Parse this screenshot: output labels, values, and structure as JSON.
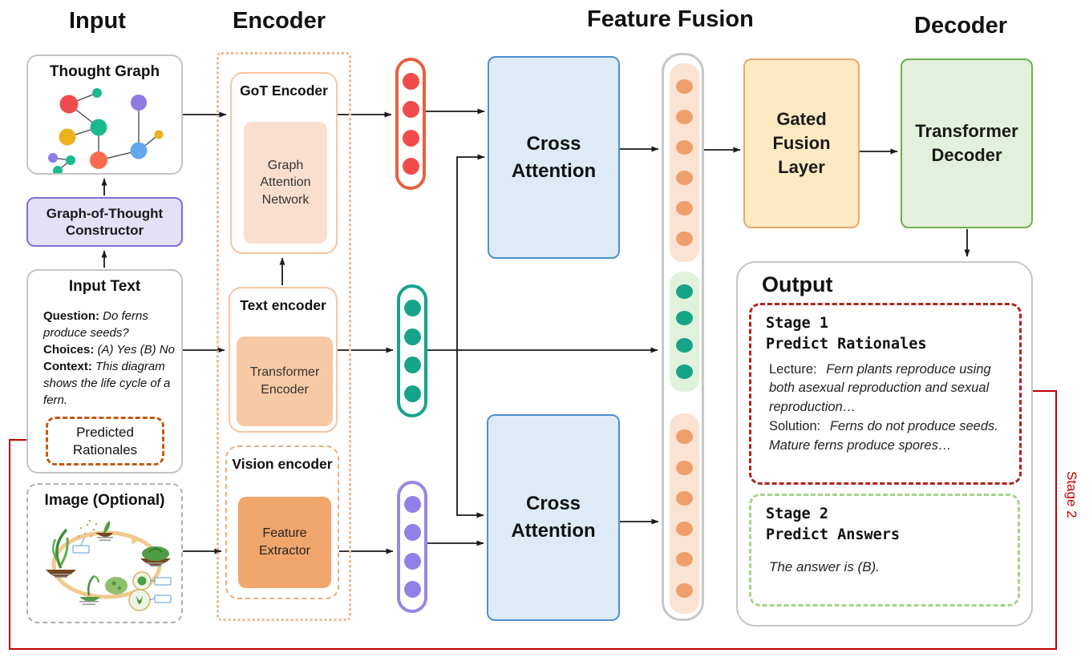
{
  "headings": {
    "input": "Input",
    "encoder": "Encoder",
    "feature_fusion": "Feature Fusion",
    "decoder": "Decoder"
  },
  "input_column": {
    "thought_graph_title": "Thought Graph",
    "got_constructor_label": "Graph-of-Thought Constructor",
    "input_text": {
      "title": "Input Text",
      "question_label": "Question:",
      "question_value": "Do ferns produce seeds?",
      "choices_label": "Choices:",
      "choices_value": "(A) Yes (B) No",
      "context_label": "Context:",
      "context_value": "This diagram shows the life cycle of a fern.",
      "predicted_rationales_label": "Predicted Rationales"
    },
    "image_box_title": "Image (Optional)"
  },
  "encoder_column": {
    "got_encoder_title": "GoT Encoder",
    "got_encoder_inner": "Graph Attention Network",
    "text_encoder_title": "Text encoder",
    "text_encoder_inner": "Transformer Encoder",
    "vision_encoder_title": "Vision encoder",
    "vision_encoder_inner": "Feature Extractor"
  },
  "fusion": {
    "cross_attention_top": "Cross Attention",
    "cross_attention_bottom": "Cross Attention",
    "gated_fusion_label": "Gated Fusion Layer"
  },
  "decoder_column": {
    "transformer_decoder_label": "Transformer Decoder"
  },
  "output": {
    "title": "Output",
    "stage1": {
      "line1": "Stage 1",
      "line2": "Predict Rationales",
      "lecture_label": "Lecture:",
      "lecture_value": "Fern plants reproduce using both asexual reproduction and sexual reproduction…",
      "solution_label": "Solution:",
      "solution_value": "Ferns do not produce seeds. Mature ferns produce spores…"
    },
    "stage2": {
      "line1": "Stage 2",
      "line2": "Predict Answers",
      "answer_value": "The answer is (B)."
    }
  },
  "annotations": {
    "stage2_loop_label": "Stage 2"
  },
  "vectors": {
    "red_count": 4,
    "green_count": 4,
    "purple_count": 4,
    "fused_top_count": 6,
    "fused_middle_count": 4,
    "fused_bottom_count": 6
  },
  "colors": {
    "arrow_black": "#1a1a1a",
    "stage2_red": "#C00000",
    "gray_border": "#C4C4C4",
    "constructor_fill": "#E4E0F8",
    "constructor_border": "#7C6FD8",
    "rationales_dashed": "#C55A11",
    "encoder_dotted": "#F2B58C",
    "gan_fill": "#FBDFCE",
    "transformer_encoder_fill": "#F7C9A4",
    "feature_extractor_fill": "#F0A56C",
    "vector_red": "#F14B4B",
    "vector_green": "#16A489",
    "vector_purple": "#9181E6",
    "cross_attention_fill": "#DEEBF7",
    "cross_attention_border": "#4D8FD1",
    "fused_dot_orange": "#EF9F6B",
    "fused_group_peach": "#FAE3D2",
    "fused_group_green": "#E1F2DC",
    "gated_fusion_fill": "#FDEAC3",
    "gated_fusion_border": "#E9A76B",
    "decoder_fill": "#E3F0DB",
    "decoder_border": "#6FAE4E",
    "stage1_dashed": "#B2231B",
    "stage2_dashed": "#A9D18D"
  }
}
